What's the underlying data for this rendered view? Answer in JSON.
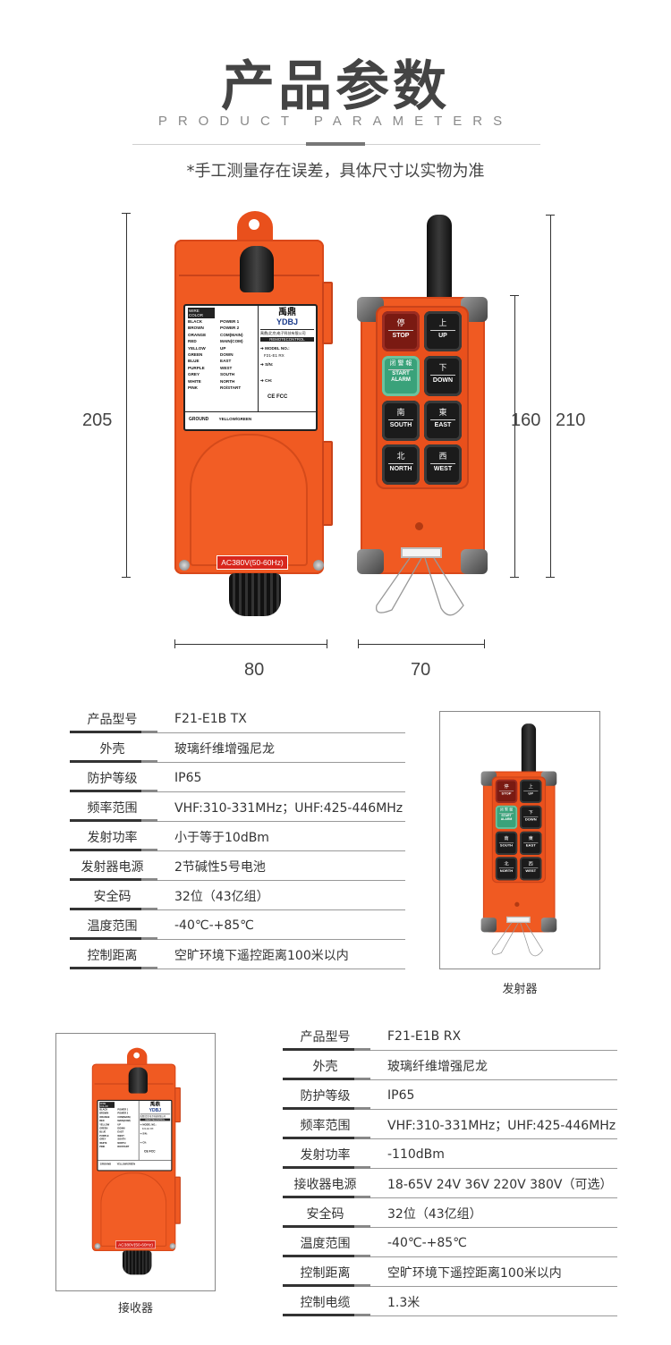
{
  "header": {
    "title": "产品参数",
    "subtitle": "PRODUCT  PARAMETERS",
    "note": "*手工测量存在误差，具体尺寸以实物为准"
  },
  "dimensions": {
    "receiver_height": "205",
    "receiver_width": "80",
    "transmitter_body_height": "160",
    "transmitter_total_height": "210",
    "transmitter_width": "70"
  },
  "transmitter": {
    "buttons": [
      {
        "zh": "停",
        "en": "STOP"
      },
      {
        "zh": "上",
        "en": "UP"
      },
      {
        "zh": "闭 警 報",
        "en": "START ALARM"
      },
      {
        "zh": "下",
        "en": "DOWN"
      },
      {
        "zh": "南",
        "en": "SOUTH"
      },
      {
        "zh": "東",
        "en": "EAST"
      },
      {
        "zh": "北",
        "en": "NORTH"
      },
      {
        "zh": "西",
        "en": "WEST"
      }
    ],
    "caption": "发射器"
  },
  "receiver": {
    "voltage_label": "AC380V(50-60Hz)",
    "caption": "接收器",
    "label": {
      "header": "WIRE COLOR",
      "wires": [
        {
          "color": "BLACK",
          "func": "POWER 1"
        },
        {
          "color": "BROWN",
          "func": "POWER 2"
        },
        {
          "color": "ORANGE",
          "func": "COM(MAIN)"
        },
        {
          "color": "RED",
          "func": "MAIN(COM)"
        },
        {
          "color": "YELLOW",
          "func": "UP"
        },
        {
          "color": "GREEN",
          "func": "DOWN"
        },
        {
          "color": "BLUE",
          "func": "EAST"
        },
        {
          "color": "PURPLE",
          "func": "WEST"
        },
        {
          "color": "GREY",
          "func": "SOUTH"
        },
        {
          "color": "WHITE",
          "func": "NORTH"
        },
        {
          "color": "PINK",
          "func": "RO/START"
        }
      ],
      "brand_zh": "禹鼎",
      "brand_en": "YDBJ",
      "company": "禹鼎(北京)电子科技有限公司",
      "product": "REMOTECONTROL",
      "model_label": "➔ MODEL NO.:",
      "model_value": "F21-E1 RX",
      "sn_label": "➔ S/N:",
      "ch_label": "➔ CH:",
      "certs": "CE  FCC",
      "ground": "GROUND",
      "ground_wire": "YELLOW/GREEN"
    }
  },
  "tx_specs": [
    {
      "k": "产品型号",
      "v": "F21-E1B TX"
    },
    {
      "k": "外壳",
      "v": "玻璃纤维增强尼龙"
    },
    {
      "k": "防护等级",
      "v": "IP65"
    },
    {
      "k": "频率范围",
      "v": "VHF:310-331MHz；UHF:425-446MHz"
    },
    {
      "k": "发射功率",
      "v": "小于等于10dBm"
    },
    {
      "k": "发射器电源",
      "v": "2节碱性5号电池"
    },
    {
      "k": "安全码",
      "v": "32位（43亿组）"
    },
    {
      "k": "温度范围",
      "v": "-40℃-+85℃"
    },
    {
      "k": "控制距离",
      "v": "空旷环境下遥控距离100米以内"
    }
  ],
  "rx_specs": [
    {
      "k": "产品型号",
      "v": "F21-E1B RX"
    },
    {
      "k": "外壳",
      "v": "玻璃纤维增强尼龙"
    },
    {
      "k": "防护等级",
      "v": "IP65"
    },
    {
      "k": "频率范围",
      "v": "VHF:310-331MHz；UHF:425-446MHz"
    },
    {
      "k": "发射功率",
      "v": "-110dBm"
    },
    {
      "k": "接收器电源",
      "v": "18-65V  24V 36V 220V 380V（可选）"
    },
    {
      "k": "安全码",
      "v": "32位（43亿组）"
    },
    {
      "k": "温度范围",
      "v": "-40℃-+85℃"
    },
    {
      "k": "控制距离",
      "v": "空旷环境下遥控距离100米以内"
    },
    {
      "k": "控制电缆",
      "v": "1.3米"
    }
  ]
}
